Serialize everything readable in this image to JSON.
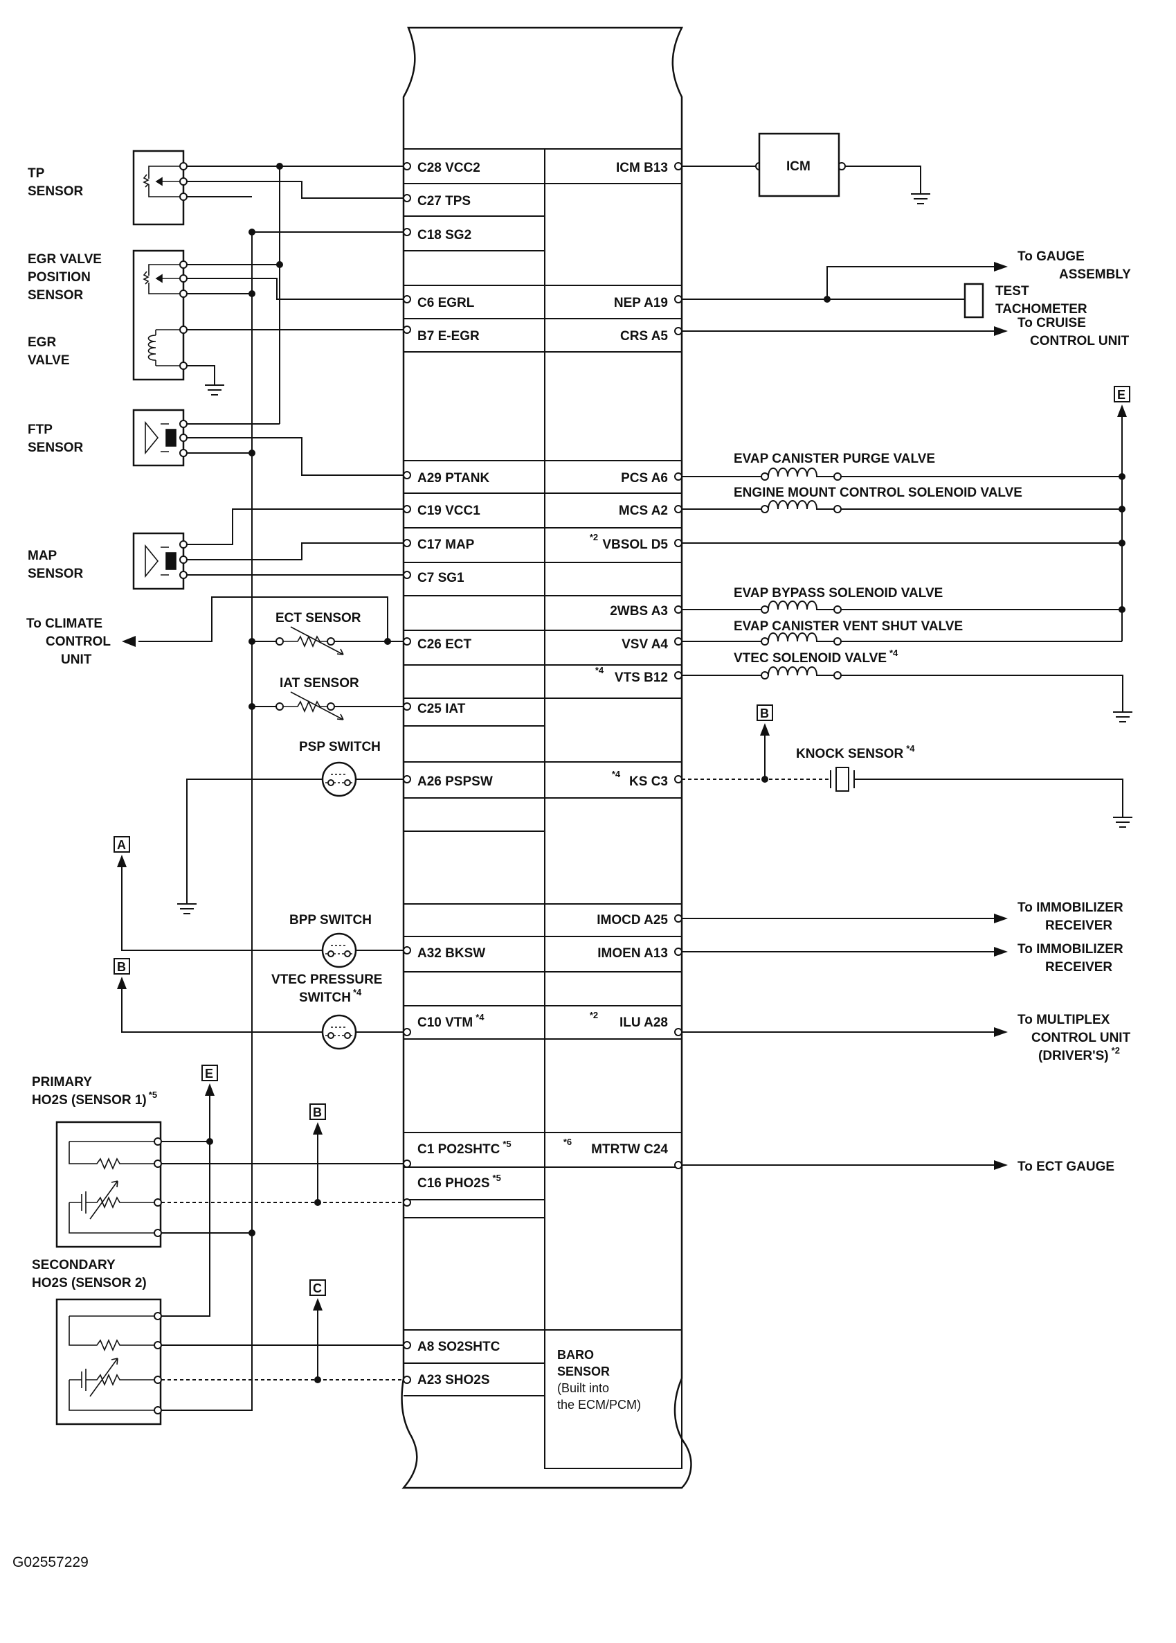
{
  "diagram": {
    "caption": "G02557229",
    "left_pins": [
      {
        "id": "C28",
        "label": "C28 VCC2",
        "sup": ""
      },
      {
        "id": "C27",
        "label": "C27 TPS",
        "sup": ""
      },
      {
        "id": "C18",
        "label": "C18 SG2",
        "sup": ""
      },
      {
        "id": "C6",
        "label": "C6 EGRL",
        "sup": ""
      },
      {
        "id": "B7",
        "label": "B7 E-EGR",
        "sup": ""
      },
      {
        "id": "A29",
        "label": "A29 PTANK",
        "sup": ""
      },
      {
        "id": "C19",
        "label": "C19 VCC1",
        "sup": ""
      },
      {
        "id": "C17",
        "label": "C17 MAP",
        "sup": ""
      },
      {
        "id": "C7",
        "label": "C7 SG1",
        "sup": ""
      },
      {
        "id": "C26",
        "label": "C26 ECT",
        "sup": ""
      },
      {
        "id": "C25",
        "label": "C25 IAT",
        "sup": ""
      },
      {
        "id": "A26",
        "label": "A26 PSPSW",
        "sup": ""
      },
      {
        "id": "A32",
        "label": "A32 BKSW",
        "sup": ""
      },
      {
        "id": "C10",
        "label": "C10 VTM",
        "sup": "*4"
      },
      {
        "id": "C1",
        "label": "C1 PO2SHTC",
        "sup": "*5"
      },
      {
        "id": "C16",
        "label": "C16 PHO2S",
        "sup": "*5"
      },
      {
        "id": "A8",
        "label": "A8 SO2SHTC",
        "sup": ""
      },
      {
        "id": "A23",
        "label": "A23 SHO2S",
        "sup": ""
      }
    ],
    "right_pins": [
      {
        "id": "B13",
        "label": "ICM B13",
        "pre": ""
      },
      {
        "id": "A19",
        "label": "NEP A19",
        "pre": ""
      },
      {
        "id": "A5",
        "label": "CRS A5",
        "pre": ""
      },
      {
        "id": "A6",
        "label": "PCS A6",
        "pre": ""
      },
      {
        "id": "A2",
        "label": "MCS A2",
        "pre": ""
      },
      {
        "id": "D5",
        "label": "VBSOL D5",
        "pre": "*2"
      },
      {
        "id": "A3",
        "label": "2WBS A3",
        "pre": ""
      },
      {
        "id": "A4",
        "label": "VSV A4",
        "pre": ""
      },
      {
        "id": "B12",
        "label": "VTS B12",
        "pre": "*4"
      },
      {
        "id": "C3",
        "label": "KS C3",
        "pre": "*4"
      },
      {
        "id": "A25",
        "label": "IMOCD A25",
        "pre": ""
      },
      {
        "id": "A13",
        "label": "IMOEN A13",
        "pre": ""
      },
      {
        "id": "A28",
        "label": "ILU A28",
        "pre": "*2"
      },
      {
        "id": "C24",
        "label": "MTRTW C24",
        "pre": "*6"
      }
    ],
    "baro": [
      "BARO",
      "SENSOR",
      "(Built into",
      "the ECM/PCM)"
    ],
    "components": {
      "tp_sensor": [
        "TP",
        "SENSOR"
      ],
      "egr_valve_position_sensor": [
        "EGR VALVE",
        "POSITION",
        "SENSOR"
      ],
      "egr_valve": [
        "EGR",
        "VALVE"
      ],
      "ftp_sensor": [
        "FTP",
        "SENSOR"
      ],
      "map_sensor": [
        "MAP",
        "SENSOR"
      ],
      "to_climate_control_unit": [
        "To CLIMATE",
        "CONTROL",
        "UNIT"
      ],
      "ect_sensor": "ECT SENSOR",
      "iat_sensor": "IAT SENSOR",
      "psp_switch": "PSP SWITCH",
      "bpp_switch": "BPP SWITCH",
      "vtec_pressure_switch": [
        "VTEC PRESSURE",
        "SWITCH"
      ],
      "vtec_pressure_switch_sup": "*4",
      "primary_ho2s": [
        "PRIMARY",
        "HO2S (SENSOR 1)"
      ],
      "primary_ho2s_sup": "*5",
      "secondary_ho2s": [
        "SECONDARY",
        "HO2S (SENSOR 2)"
      ],
      "icm": "ICM",
      "to_gauge_assembly": [
        "To GAUGE",
        "ASSEMBLY"
      ],
      "test_tachometer": [
        "TEST",
        "TACHOMETER"
      ],
      "to_cruise_control_unit": [
        "To CRUISE",
        "CONTROL UNIT"
      ],
      "evap_canister_purge_valve": "EVAP CANISTER PURGE VALVE",
      "engine_mount_control_solenoid_valve": "ENGINE MOUNT CONTROL SOLENOID VALVE",
      "evap_bypass_solenoid_valve": "EVAP BYPASS SOLENOID VALVE",
      "evap_canister_vent_shut_valve": "EVAP CANISTER VENT SHUT VALVE",
      "vtec_solenoid_valve": "VTEC SOLENOID VALVE",
      "vtec_solenoid_valve_sup": "*4",
      "knock_sensor": "KNOCK SENSOR",
      "knock_sensor_sup": "*4",
      "to_immobilizer_receiver_1": [
        "To IMMOBILIZER",
        "RECEIVER"
      ],
      "to_immobilizer_receiver_2": [
        "To IMMOBILIZER",
        "RECEIVER"
      ],
      "to_multiplex_control_unit": [
        "To MULTIPLEX",
        "CONTROL UNIT",
        "(DRIVER'S)"
      ],
      "to_multiplex_control_unit_sup": "*2",
      "to_ect_gauge": "To ECT GAUGE"
    },
    "connectors": {
      "A": "A",
      "B": "B",
      "C": "C",
      "E": "E"
    }
  }
}
